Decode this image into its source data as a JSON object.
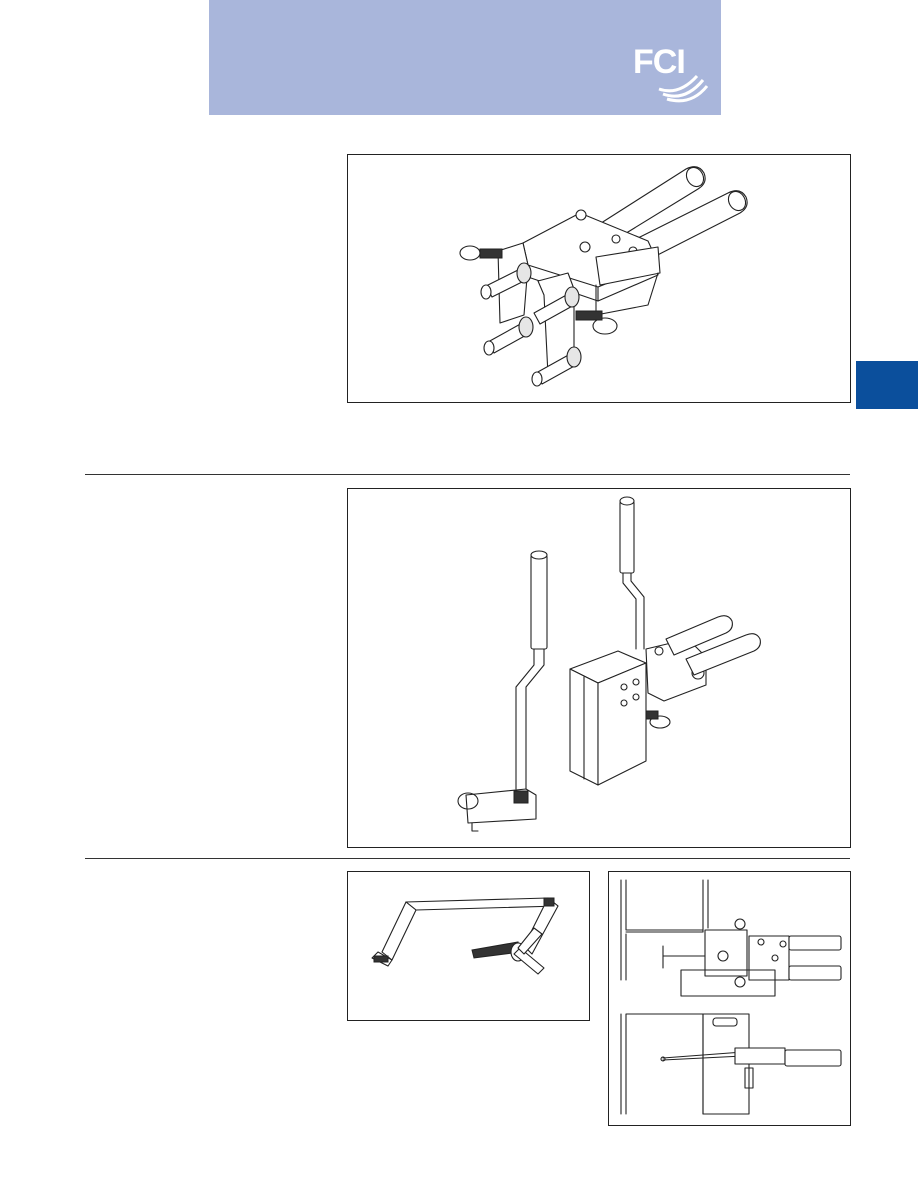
{
  "header": {
    "logo": {
      "name": "fci-logo",
      "text": "FCI"
    },
    "band_color": "#a9b6db"
  },
  "side_tab": {
    "color": "#0b4f9c"
  },
  "figures": [
    {
      "id": "figure-tool-head",
      "subject": "crimp-tool-head-with-handles"
    },
    {
      "id": "figure-tool-stand",
      "subject": "tool-mounted-on-bench-stand-with-extension-levers"
    },
    {
      "id": "figure-bracket",
      "subject": "u-bracket-with-pins"
    },
    {
      "id": "figure-plan-views",
      "subject": "top-and-side-views-of-installed-tool"
    }
  ]
}
